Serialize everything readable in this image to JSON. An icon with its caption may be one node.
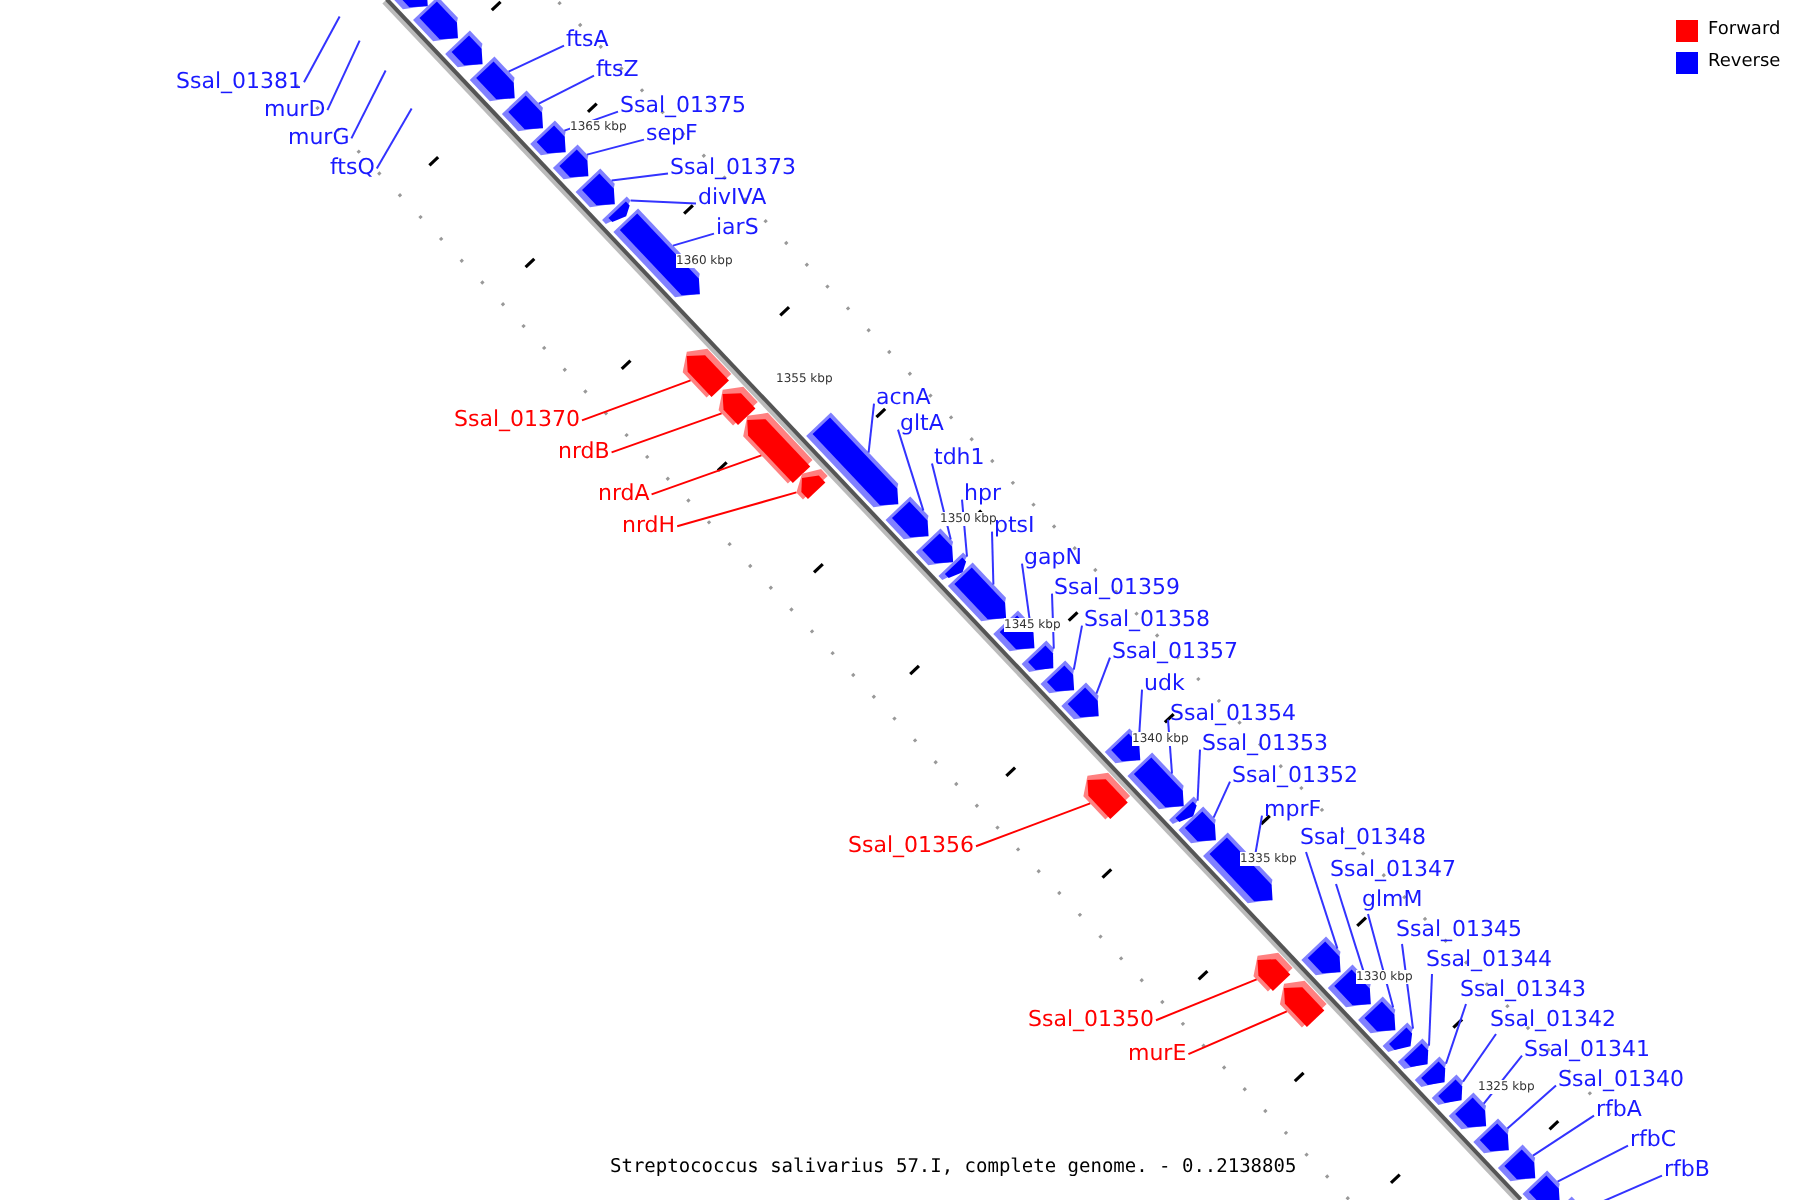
{
  "diagram": {
    "caption": "Streptococcus salivarius 57.I, complete genome. - 0..2138805",
    "nodes": [
      {
        "text": [
          "ftsA"
        ]
      },
      {
        "text": [
          "ftsZ"
        ]
      },
      {
        "text": [
          "Ssal_01381"
        ]
      },
      {
        "text": [
          "Ssal_01375"
        ]
      },
      {
        "text": [
          "murD"
        ]
      },
      {
        "text": [
          "sepF"
        ]
      },
      {
        "text": [
          "murG"
        ]
      },
      {
        "text": [
          "Ssal_01373"
        ]
      },
      {
        "text": [
          "ftsQ"
        ]
      },
      {
        "text": [
          "divIVA"
        ]
      },
      {
        "text": [
          "iarS"
        ]
      },
      {
        "text": [
          "acnA"
        ]
      },
      {
        "text": [
          "Ssal_01370"
        ]
      },
      {
        "text": [
          "gltA"
        ]
      },
      {
        "text": [
          "nrdB"
        ]
      },
      {
        "text": [
          "tdh1"
        ]
      },
      {
        "text": [
          "nrdA"
        ]
      },
      {
        "text": [
          "hpr"
        ]
      },
      {
        "text": [
          "nrdH"
        ]
      },
      {
        "text": [
          "ptsI"
        ]
      },
      {
        "text": [
          "gapN"
        ]
      },
      {
        "text": [
          "Ssal_01359"
        ]
      },
      {
        "text": [
          "Ssal_01358"
        ]
      },
      {
        "text": [
          "Ssal_01357"
        ]
      },
      {
        "text": [
          "udk"
        ]
      },
      {
        "text": [
          "Ssal_01354"
        ]
      },
      {
        "text": [
          "Ssal_01353"
        ]
      },
      {
        "text": [
          "Ssal_01352"
        ]
      },
      {
        "text": [
          "mprF"
        ]
      },
      {
        "text": [
          "Ssal_01356"
        ]
      },
      {
        "text": [
          "Ssal_01348"
        ]
      },
      {
        "text": [
          "Ssal_01347"
        ]
      },
      {
        "text": [
          "glmM"
        ]
      },
      {
        "text": [
          "Ssal_01345"
        ]
      },
      {
        "text": [
          "Ssal_01344"
        ]
      },
      {
        "text": [
          "Ssal_01343"
        ]
      },
      {
        "text": [
          "Ssal_01350"
        ]
      },
      {
        "text": [
          "Ssal_01342"
        ]
      },
      {
        "text": [
          "murE"
        ]
      },
      {
        "text": [
          "Ssal_01341"
        ]
      },
      {
        "text": [
          "Ssal_01340"
        ]
      },
      {
        "text": [
          "rfbA"
        ]
      },
      {
        "text": [
          "rfbC"
        ]
      },
      {
        "text": [
          "rfbB"
        ]
      },
      {
        "text": [],
        "shape": "bar"
      },
      {
        "text": [],
        "shape": "bar"
      },
      {
        "text": [],
        "shape": "bar"
      },
      {
        "text": [],
        "shape": "bar"
      },
      {
        "text": [],
        "shape": "bar"
      },
      {
        "text": [],
        "shape": "bar"
      },
      {
        "text": [],
        "shape": "bar"
      },
      {
        "text": [],
        "shape": "bar"
      },
      {
        "text": [],
        "shape": "bar"
      },
      {
        "text": [],
        "shape": "bar"
      },
      {
        "text": [],
        "shape": "bar"
      },
      {
        "text": [],
        "shape": "bar"
      },
      {
        "text": [],
        "shape": "bar"
      },
      {
        "text": [],
        "shape": "bar"
      },
      {
        "text": [],
        "shape": "bar"
      },
      {
        "text": [],
        "shape": "bar"
      },
      {
        "text": [],
        "shape": "bar"
      },
      {
        "text": [],
        "shape": "bar"
      },
      {
        "text": [],
        "shape": "bar"
      },
      {
        "text": [],
        "shape": "bar"
      },
      {
        "text": [],
        "shape": "bar"
      },
      {
        "text": [],
        "shape": "bar"
      },
      {
        "text": [],
        "shape": "bar"
      },
      {
        "text": [],
        "shape": "bar"
      },
      {
        "text": [],
        "shape": "bar"
      },
      {
        "text": [],
        "shape": "bar"
      },
      {
        "text": [],
        "shape": "bar"
      },
      {
        "text": [],
        "shape": "bar"
      },
      {
        "text": [],
        "shape": "bar"
      },
      {
        "text": [],
        "shape": "bar"
      },
      {
        "text": [],
        "shape": "bar"
      },
      {
        "text": [],
        "shape": "bar"
      },
      {
        "text": [],
        "shape": "bar"
      },
      {
        "text": [],
        "shape": "bar"
      },
      {
        "text": [],
        "shape": "bar"
      },
      {
        "text": [],
        "shape": "bar"
      },
      {
        "text": [],
        "shape": "bar"
      },
      {
        "text": [],
        "shape": "bar"
      },
      {
        "text": [],
        "shape": "bar"
      },
      {
        "text": [],
        "shape": "bar"
      },
      {
        "text": [],
        "shape": "bar"
      },
      {
        "text": [],
        "shape": "bar"
      },
      {
        "text": [],
        "shape": "bar"
      }
    ],
    "edges": [
      {
        "from": 0,
        "to": 44,
        "arrow": "none"
      },
      {
        "from": 1,
        "to": 45,
        "arrow": "none"
      },
      {
        "from": 2,
        "to": null,
        "arrow": "none"
      },
      {
        "from": 3,
        "to": 46,
        "arrow": "none"
      },
      {
        "from": 4,
        "to": null,
        "arrow": "none"
      },
      {
        "from": 5,
        "to": 47,
        "arrow": "none"
      },
      {
        "from": 6,
        "to": null,
        "arrow": "none"
      },
      {
        "from": 7,
        "to": 48,
        "arrow": "none"
      },
      {
        "from": 8,
        "to": null,
        "arrow": "none"
      },
      {
        "from": 9,
        "to": 49,
        "arrow": "none"
      },
      {
        "from": 10,
        "to": 50,
        "arrow": "none"
      },
      {
        "from": 11,
        "to": 51,
        "arrow": "none"
      },
      {
        "from": 12,
        "to": 52,
        "arrow": "none",
        "color": "#ff0000"
      },
      {
        "from": 13,
        "to": 53,
        "arrow": "none"
      },
      {
        "from": 14,
        "to": 54,
        "arrow": "none",
        "color": "#ff0000"
      },
      {
        "from": 15,
        "to": 55,
        "arrow": "none"
      },
      {
        "from": 16,
        "to": 56,
        "arrow": "none",
        "color": "#ff0000"
      },
      {
        "from": 17,
        "to": 57,
        "arrow": "none"
      },
      {
        "from": 18,
        "to": 58,
        "arrow": "none",
        "color": "#ff0000"
      },
      {
        "from": 19,
        "to": 59,
        "arrow": "none"
      },
      {
        "from": 20,
        "to": 60,
        "arrow": "none"
      },
      {
        "from": 21,
        "to": 61,
        "arrow": "none"
      },
      {
        "from": 22,
        "to": 62,
        "arrow": "none"
      },
      {
        "from": 23,
        "to": 63,
        "arrow": "none"
      },
      {
        "from": 24,
        "to": 64,
        "arrow": "none"
      },
      {
        "from": 25,
        "to": 65,
        "arrow": "none"
      },
      {
        "from": 26,
        "to": 66,
        "arrow": "none"
      },
      {
        "from": 27,
        "to": 67,
        "arrow": "none"
      },
      {
        "from": 28,
        "to": 68,
        "arrow": "none"
      },
      {
        "from": 29,
        "to": 69,
        "arrow": "none",
        "color": "#ff0000"
      },
      {
        "from": 30,
        "to": 70,
        "arrow": "none"
      },
      {
        "from": 31,
        "to": 71,
        "arrow": "none"
      },
      {
        "from": 32,
        "to": 72,
        "arrow": "none"
      },
      {
        "from": 33,
        "to": 73,
        "arrow": "none"
      },
      {
        "from": 34,
        "to": 74,
        "arrow": "none"
      },
      {
        "from": 35,
        "to": 75,
        "arrow": "none"
      },
      {
        "from": 36,
        "to": 76,
        "arrow": "none",
        "color": "#ff0000"
      },
      {
        "from": 37,
        "to": 77,
        "arrow": "none"
      },
      {
        "from": 38,
        "to": 78,
        "arrow": "none",
        "color": "#ff0000"
      },
      {
        "from": 39,
        "to": 79,
        "arrow": "none"
      },
      {
        "from": 40,
        "to": 80,
        "arrow": "none"
      },
      {
        "from": 41,
        "to": 81,
        "arrow": "none"
      },
      {
        "from": 42,
        "to": 82,
        "arrow": "none"
      },
      {
        "from": 43,
        "to": 83,
        "arrow": "none"
      }
    ],
    "labels": [
      "1365 kbp",
      "1360 kbp",
      "1355 kbp",
      "1350 kbp",
      "1345 kbp",
      "1340 kbp",
      "1335 kbp",
      "1330 kbp",
      "1325 kbp"
    ],
    "legend": [
      {
        "text": "Forward",
        "color": "#ff0000"
      },
      {
        "text": "Reverse",
        "color": "#0000ff"
      }
    ]
  }
}
